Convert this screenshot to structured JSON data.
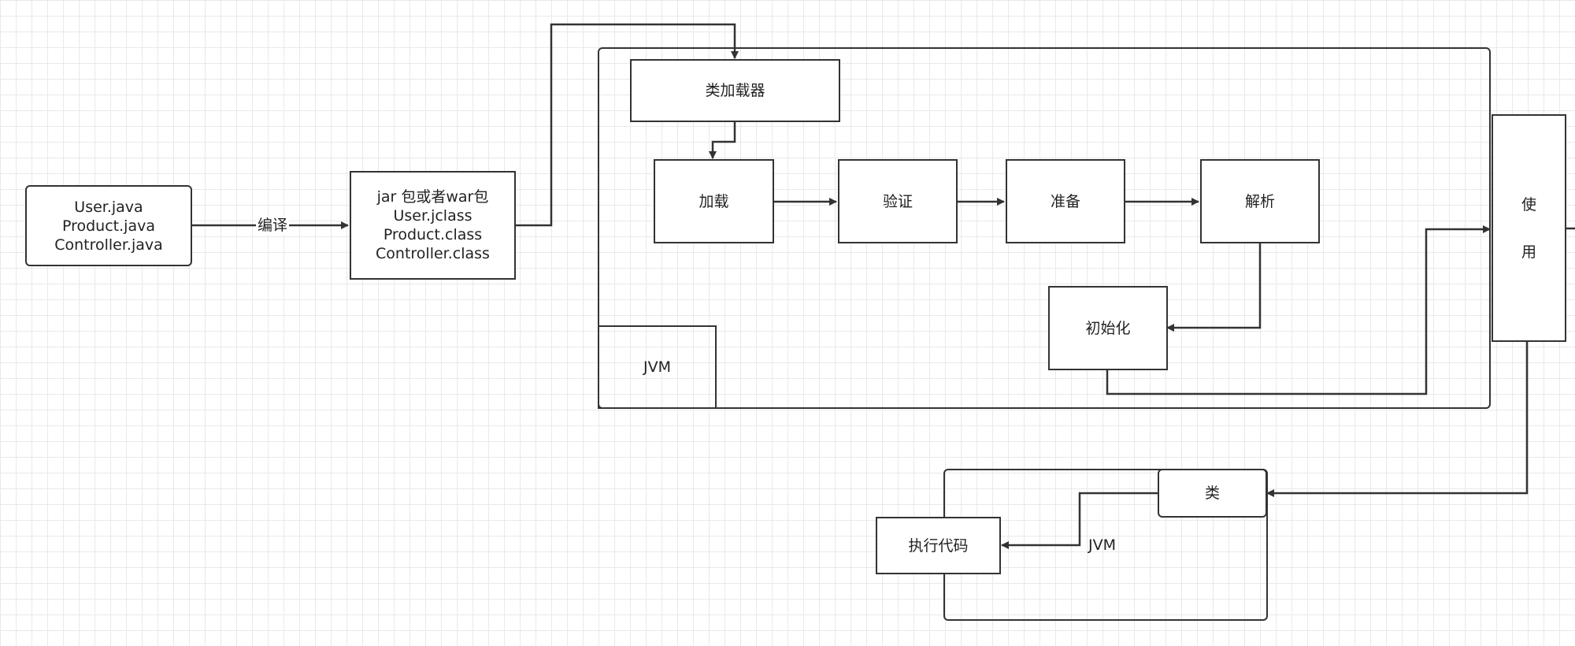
{
  "nodes": {
    "source": {
      "lines": [
        "User.java",
        "Product.java",
        "Controller.java"
      ]
    },
    "package": {
      "lines": [
        "jar 包或者war包",
        "User.jclass",
        "Product.class",
        "Controller.class"
      ]
    },
    "classloader": "类加载器",
    "load": "加载",
    "verify": "验证",
    "prepare": "准备",
    "resolve": "解析",
    "init": "初始化",
    "jvm_top": "JVM",
    "use": {
      "chars": [
        "使",
        "用"
      ]
    },
    "class": "类",
    "execute": "执行代码",
    "jvm_bottom": "JVM"
  },
  "edges": {
    "compile_label": "编译"
  },
  "colors": {
    "stroke": "#333333",
    "grid": "#e9e9e9",
    "background": "#ffffff"
  }
}
